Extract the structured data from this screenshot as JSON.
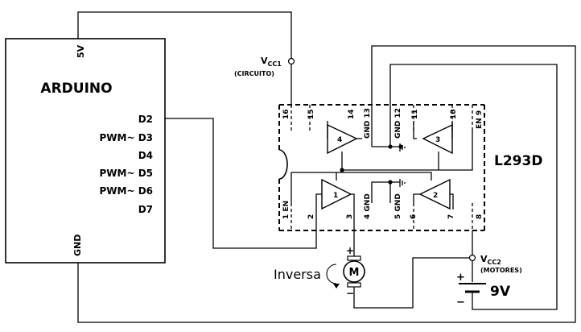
{
  "arduino": {
    "title": "ARDUINO",
    "pin_5v": "5V",
    "pin_gnd": "GND",
    "pins": [
      "D2",
      "PWM~ D3",
      "D4",
      "PWM~ D5",
      "PWM~ D6",
      "D7"
    ]
  },
  "chip": {
    "name": "L293D",
    "top_pins": [
      "16",
      "15",
      "14",
      "GND 13",
      "GND 12",
      "11",
      "10",
      "EN 9"
    ],
    "bottom_pins": [
      "1 EN",
      "2",
      "3",
      "4 GND",
      "5 GND",
      "6",
      "7",
      "8"
    ],
    "drivers": [
      "1",
      "2",
      "3",
      "4"
    ]
  },
  "vcc1": {
    "label": "V",
    "sub": "CC1",
    "note": "(CIRCUITO)"
  },
  "vcc2": {
    "label": "V",
    "sub": "CC2",
    "note": "(MOTORES)"
  },
  "motor": {
    "symbol": "M",
    "plus": "+",
    "minus": "−",
    "direction": "Inversa"
  },
  "battery": {
    "label": "9V",
    "plus": "+",
    "minus": "−"
  }
}
